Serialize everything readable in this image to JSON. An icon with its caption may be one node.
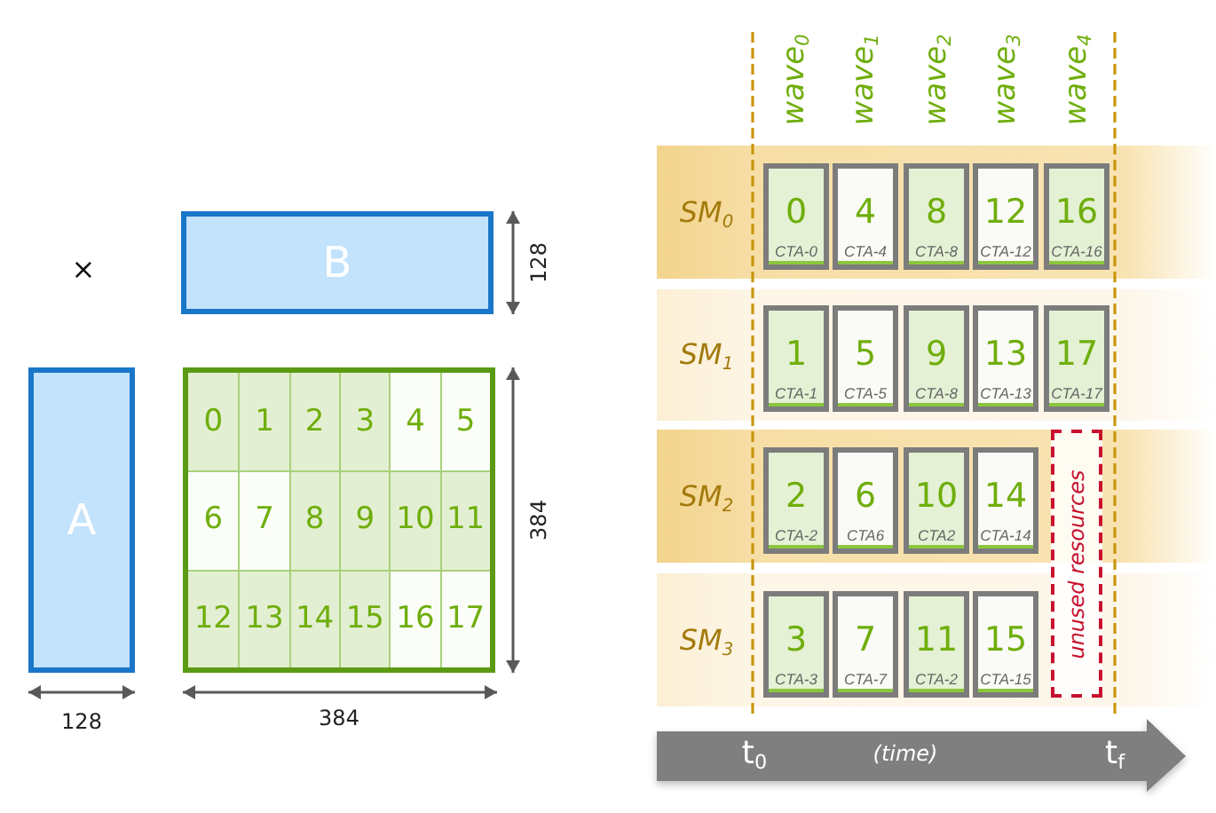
{
  "diagram": {
    "nodes": [
      {
        "text": [
          "B"
        ]
      },
      {
        "text": [
          "A"
        ]
      },
      {
        "text": [],
        "shape": "box"
      },
      {
        "text": [
          "0"
        ],
        "in": 2
      },
      {
        "text": [
          "1"
        ],
        "in": 2
      },
      {
        "text": [
          "2"
        ],
        "in": 2
      },
      {
        "text": [
          "3"
        ],
        "in": 2
      },
      {
        "text": [
          "4"
        ],
        "in": 2
      },
      {
        "text": [
          "5"
        ],
        "in": 2
      },
      {
        "text": [
          "6"
        ],
        "in": 2
      },
      {
        "text": [
          "7"
        ],
        "in": 2
      },
      {
        "text": [
          "8"
        ],
        "in": 2
      },
      {
        "text": [
          "9"
        ],
        "in": 2
      },
      {
        "text": [
          "10"
        ],
        "in": 2
      },
      {
        "text": [
          "11"
        ],
        "in": 2
      },
      {
        "text": [
          "12"
        ],
        "in": 2
      },
      {
        "text": [
          "13"
        ],
        "in": 2
      },
      {
        "text": [
          "14"
        ],
        "in": 2
      },
      {
        "text": [
          "15"
        ],
        "in": 2
      },
      {
        "text": [
          "16"
        ],
        "in": 2
      },
      {
        "text": [
          "17"
        ],
        "in": 2
      },
      {
        "text": [
          "SM$_{0}$"
        ]
      },
      {
        "text": [
          "0",
          "CTA-0"
        ],
        "in": 21
      },
      {
        "text": [
          "4",
          "CTA-4"
        ],
        "in": 21
      },
      {
        "text": [
          "8",
          "CTA-8"
        ],
        "in": 21
      },
      {
        "text": [
          "12",
          "CTA-12"
        ],
        "in": 21
      },
      {
        "text": [
          "16",
          "CTA-16"
        ],
        "in": 21
      },
      {
        "text": [
          "SM$_{1}$"
        ]
      },
      {
        "text": [
          "1",
          "CTA-1"
        ],
        "in": 27
      },
      {
        "text": [
          "5",
          "CTA-5"
        ],
        "in": 27
      },
      {
        "text": [
          "9",
          "CTA-8"
        ],
        "in": 27
      },
      {
        "text": [
          "13",
          "CTA-13"
        ],
        "in": 27
      },
      {
        "text": [
          "17",
          "CTA-17"
        ],
        "in": 27
      },
      {
        "text": [
          "SM$_{2}$"
        ]
      },
      {
        "text": [
          "2",
          "CTA-2"
        ],
        "in": 33
      },
      {
        "text": [
          "6",
          "CTA6"
        ],
        "in": 33
      },
      {
        "text": [
          "10",
          "CTA2"
        ],
        "in": 33
      },
      {
        "text": [
          "14",
          "CTA-14"
        ],
        "in": 33
      },
      {
        "text": [
          "SM$_{3}$"
        ]
      },
      {
        "text": [
          "3",
          "CTA-3"
        ],
        "in": 38
      },
      {
        "text": [
          "7",
          "CTA-7"
        ],
        "in": 38
      },
      {
        "text": [
          "11",
          "CTA-2"
        ],
        "in": 38
      },
      {
        "text": [
          "15",
          "CTA-15"
        ],
        "in": 38
      },
      {
        "text": [
          "unused resources"
        ]
      },
      {
        "text": [
          "t$_{0}$",
          "(time)",
          "t$_{f}$"
        ]
      }
    ],
    "labels": [
      "wave$_{0}$",
      "wave$_{1}$",
      "wave$_{2}$",
      "wave$_{3}$",
      "wave$_{4}$",
      "×",
      "128",
      "384",
      "128",
      "384"
    ]
  }
}
